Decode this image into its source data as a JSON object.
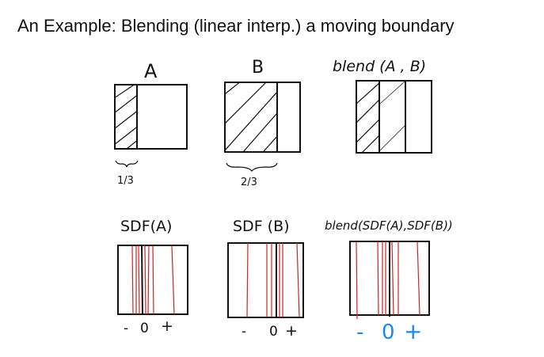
{
  "title": "An Example: Blending (linear interp.) a moving boundary",
  "top_row": {
    "a": {
      "label": "A",
      "fraction_label": "1/3"
    },
    "b": {
      "label": "B",
      "fraction_label": "2/3"
    },
    "blend": {
      "label": "blend (A , B)"
    }
  },
  "bottom_row": {
    "sdf_a": {
      "label": "SDF(A)",
      "minus": "-",
      "zero": "0",
      "plus": "+"
    },
    "sdf_b": {
      "label": "SDF (B)",
      "minus": "-",
      "zero": "0",
      "plus": "+"
    },
    "blend": {
      "label": "blend(SDF(A),SDF(B))",
      "minus": "-",
      "zero": "0",
      "plus": "+"
    }
  },
  "colors": {
    "contour": "#d42020",
    "accent": "#1e88e5"
  }
}
